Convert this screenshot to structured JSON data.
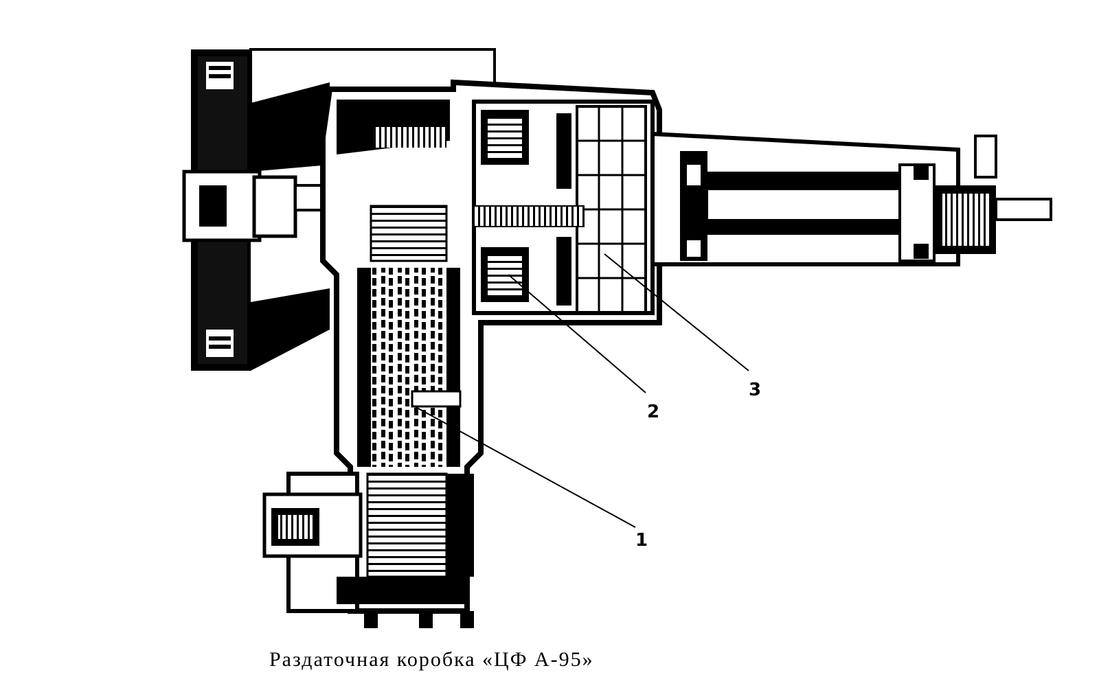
{
  "caption": "Раздаточная коробка «ЦФ А-95»",
  "callouts": [
    {
      "label": "1"
    },
    {
      "label": "2"
    },
    {
      "label": "3"
    }
  ],
  "colors": {
    "ink": "#000000",
    "paper": "#ffffff"
  }
}
